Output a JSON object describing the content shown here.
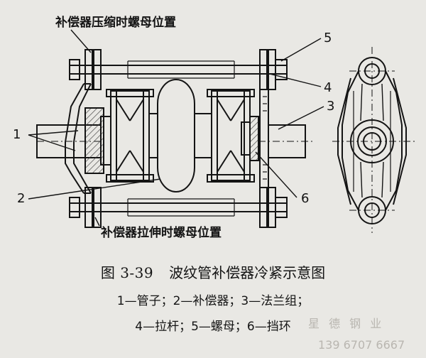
{
  "labels": {
    "compress_position": "补偿器压缩时螺母位置",
    "stretch_position": "补偿器拉伸时螺母位置"
  },
  "callouts": [
    "1",
    "2",
    "3",
    "4",
    "5",
    "6"
  ],
  "caption": {
    "figure_number": "图 3-39",
    "title": "波纹管补偿器冷紧示意图"
  },
  "legend": {
    "line1": "1—管子；2—补偿器；3—法兰组；",
    "line2": "4—拉杆；5—螺母；6—挡环"
  },
  "watermark": {
    "text": "星 德 钢 业",
    "phone": "139 6707 6667"
  },
  "colors": {
    "ink": "#141414",
    "paper": "#e9e8e4",
    "hatch": "#3a3a3a"
  }
}
